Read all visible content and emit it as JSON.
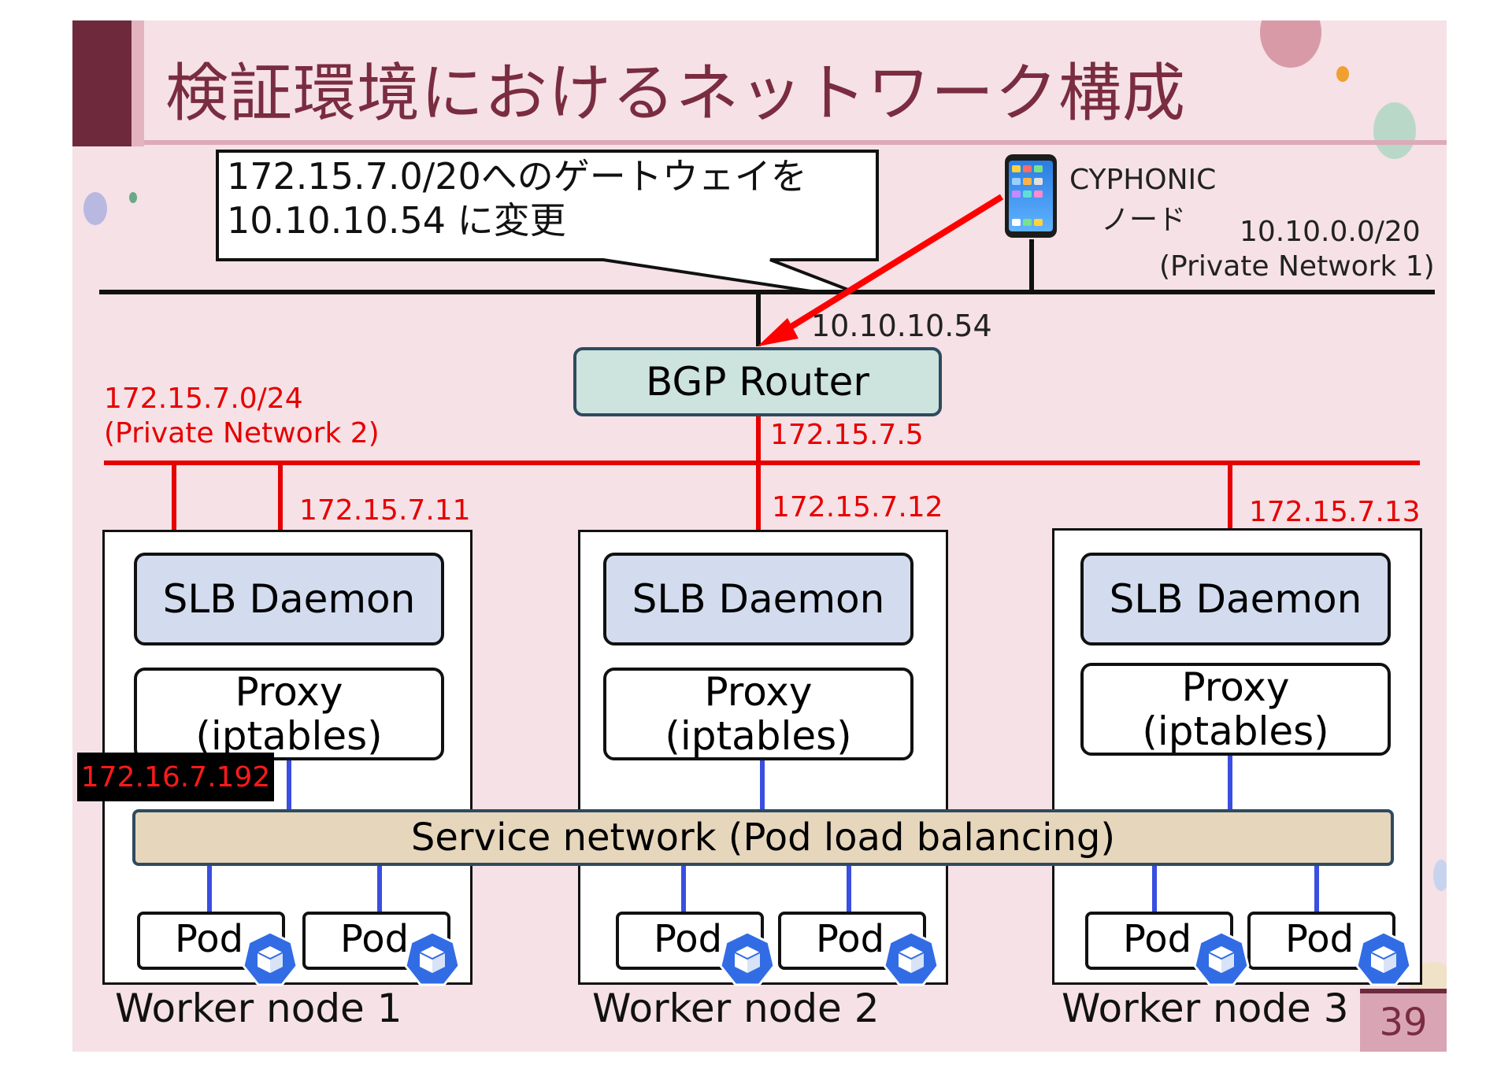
{
  "title": "検証環境におけるネットワーク構成",
  "callout": {
    "line1": "172.15.7.0/20へのゲートウェイを",
    "line2": "10.10.10.54 に変更"
  },
  "cyphonic": {
    "line1": "CYPHONIC",
    "line2": "ノード"
  },
  "network1": {
    "cidr": "10.10.0.0/20",
    "name": "(Private Network 1)"
  },
  "router": {
    "label": "BGP Router",
    "ip_upper": "10.10.10.54",
    "ip_lower": "172.15.7.5"
  },
  "network2": {
    "cidr": "172.15.7.0/24",
    "name": "(Private Network 2)"
  },
  "nodes": [
    {
      "ip": "172.15.7.11",
      "slb": "SLB Daemon",
      "proxy_line1": "Proxy",
      "proxy_line2": "(iptables)",
      "pod1": "Pod",
      "pod2": "Pod",
      "worker": "Worker node 1"
    },
    {
      "ip": "172.15.7.12",
      "slb": "SLB Daemon",
      "proxy_line1": "Proxy",
      "proxy_line2": "(iptables)",
      "pod1": "Pod",
      "pod2": "Pod",
      "worker": "Worker node 2"
    },
    {
      "ip": "172.15.7.13",
      "slb": "SLB Daemon",
      "proxy_line1": "Proxy",
      "proxy_line2": "(iptables)",
      "pod1": "Pod",
      "pod2": "Pod",
      "worker": "Worker node 3"
    }
  ],
  "service_ip": "172.16.7.192",
  "service_network": "Service network (Pod load balancing)",
  "page_number": "39",
  "colors": {
    "accent_dark": "#6e2a3c",
    "red_network": "#e60000",
    "blue_link": "#3a4ee0",
    "pod_badge": "#326ce5"
  }
}
